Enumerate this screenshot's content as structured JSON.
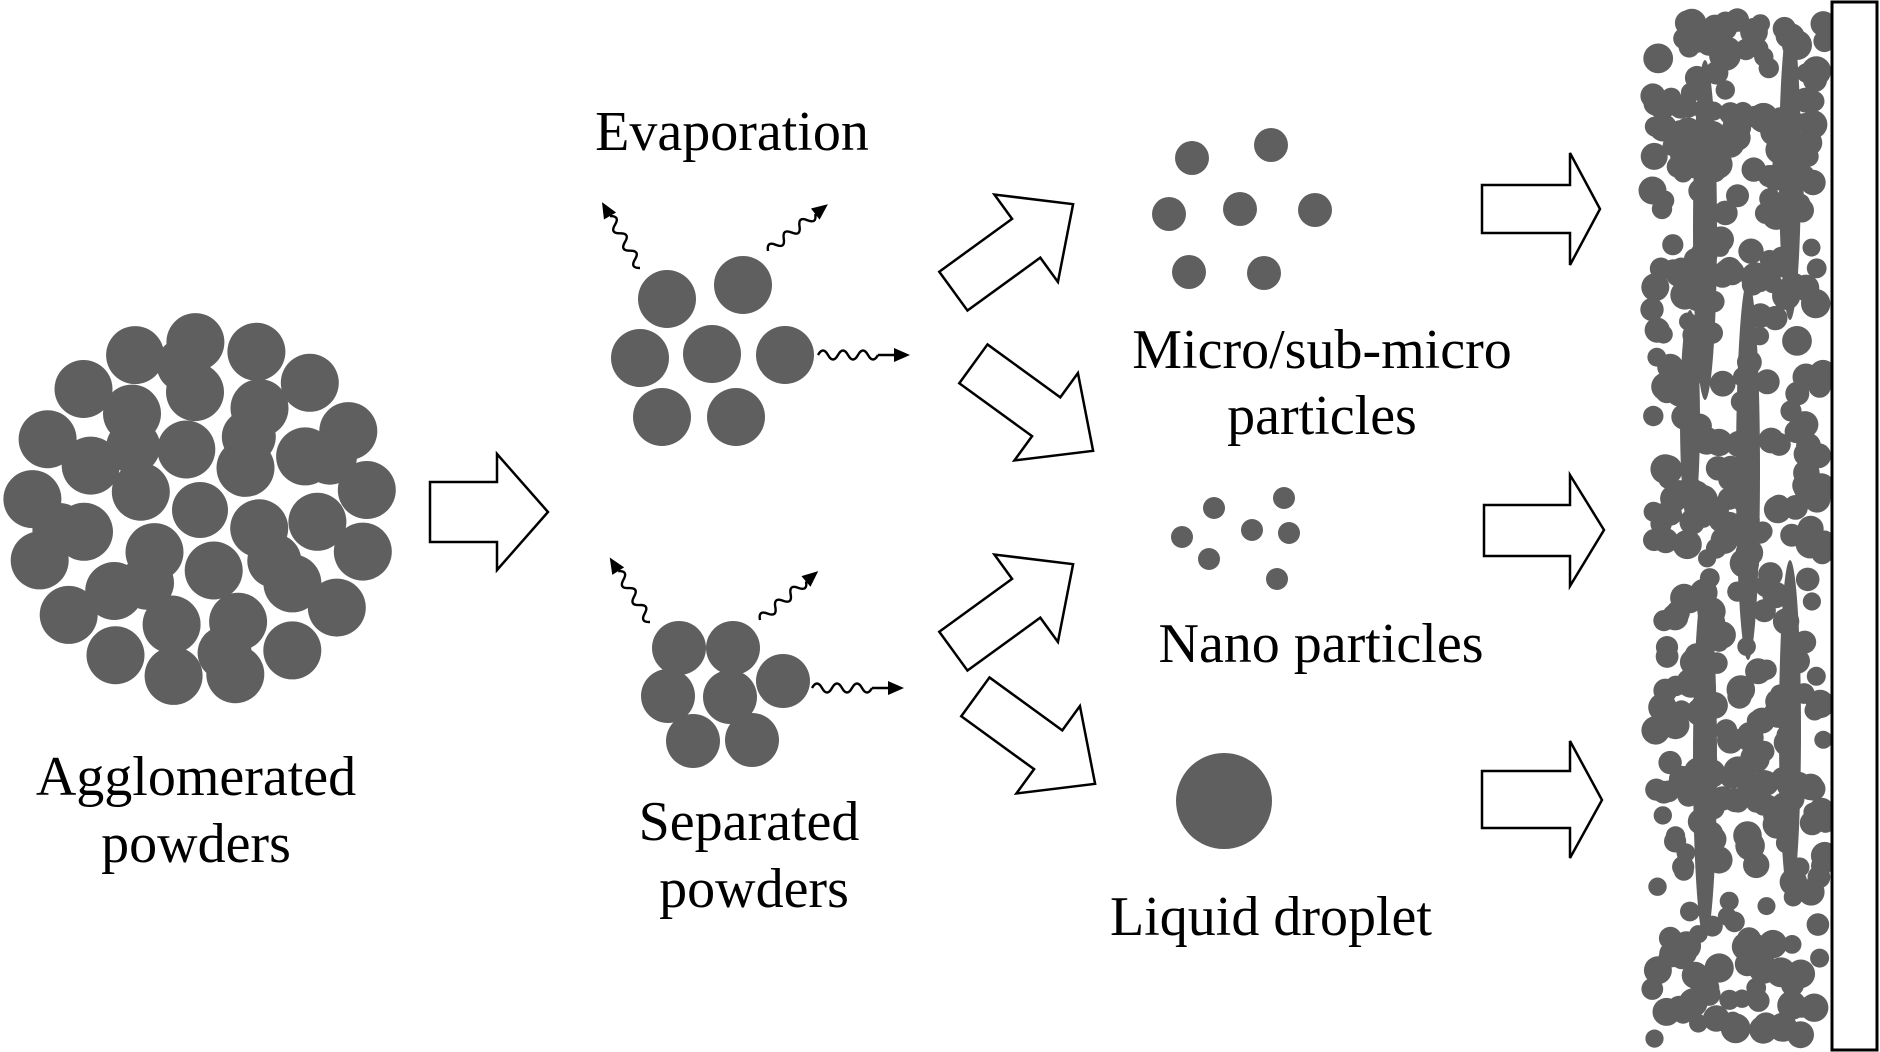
{
  "labels": {
    "agglomerated_line1": "Agglomerated",
    "agglomerated_line2": "powders",
    "evaporation": "Evaporation",
    "separated_line1": "Separated",
    "separated_line2": "powders",
    "micro_line1": "Micro/sub-micro",
    "micro_line2": "particles",
    "nano": "Nano particles",
    "droplet": "Liquid droplet"
  },
  "colors": {
    "particle": "#5f5f5f",
    "outline": "#000000",
    "background": "#ffffff"
  }
}
